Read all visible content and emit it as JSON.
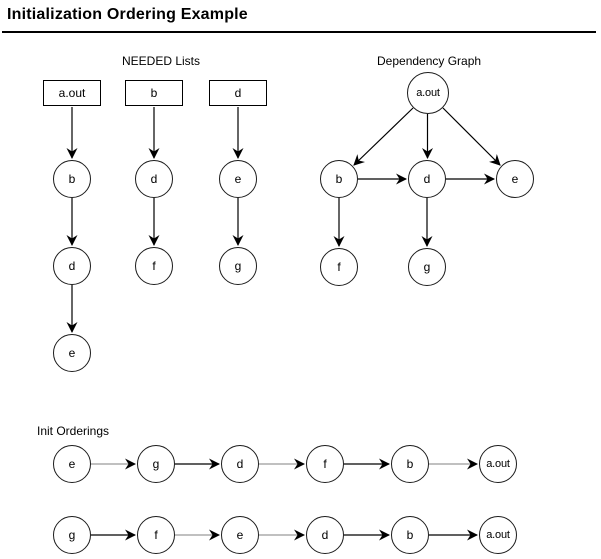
{
  "header": {
    "title": "Initialization Ordering Example"
  },
  "colors": {
    "ink": "#000000",
    "background": "#ffffff",
    "muted_edge": "#9a9a9a"
  },
  "needed_lists": {
    "label": "NEEDED Lists",
    "columns": [
      {
        "root": "a.out",
        "chain": [
          "b",
          "d",
          "e"
        ]
      },
      {
        "root": "b",
        "chain": [
          "d",
          "f"
        ]
      },
      {
        "root": "d",
        "chain": [
          "e",
          "g"
        ]
      }
    ]
  },
  "dependency_graph": {
    "label": "Dependency Graph",
    "nodes": [
      "a.out",
      "b",
      "d",
      "e",
      "f",
      "g"
    ],
    "edges": [
      [
        "a.out",
        "b"
      ],
      [
        "a.out",
        "d"
      ],
      [
        "a.out",
        "e"
      ],
      [
        "b",
        "d"
      ],
      [
        "d",
        "e"
      ],
      [
        "b",
        "f"
      ],
      [
        "d",
        "g"
      ]
    ]
  },
  "init_orderings": {
    "label": "Init Orderings",
    "orders": [
      [
        "e",
        "g",
        "d",
        "f",
        "b",
        "a.out"
      ],
      [
        "g",
        "f",
        "e",
        "d",
        "b",
        "a.out"
      ]
    ]
  }
}
